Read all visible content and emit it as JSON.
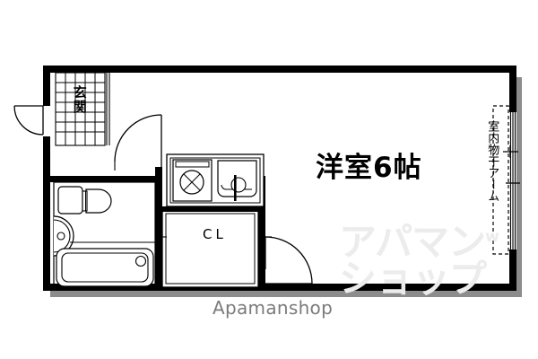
{
  "document": {
    "type": "floor-plan",
    "brand_text": "Apamanshop",
    "watermark_line1": "アパマン",
    "watermark_sup": "w",
    "watermark_line2": "ショップ",
    "brand_color": "#7b7b7b",
    "watermark_color": "#ececed",
    "wall_color": "#000000",
    "background_color": "#ffffff",
    "shadow_color": "#8c8c8c"
  },
  "rooms": {
    "main_room": {
      "label": "洋室6帖",
      "name_romaji": "Yoshitsu 6 jo",
      "meaning": "Western-style room 6 tatami"
    },
    "entrance": {
      "label": "玄関",
      "name_romaji": "Genkan",
      "meaning": "Entrance",
      "floor_pattern": "tile-grid"
    },
    "closet": {
      "label": "CL",
      "meaning": "Closet"
    },
    "unit_bath": {
      "label": "",
      "fixtures": [
        "toilet",
        "washbasin",
        "bathtub"
      ]
    },
    "kitchen": {
      "label": "",
      "fixtures": [
        "gas-stove",
        "sink"
      ]
    }
  },
  "annotations": {
    "laundry_arm": {
      "label": "室内物干アーム",
      "meaning": "Indoor laundry drying arm",
      "marker_count": 2
    }
  },
  "features": {
    "entrance_door": "swing-out-left",
    "bath_door": "swing-in",
    "closet_door": "swing-right",
    "window": "right-wall-sliding",
    "stove_burners": 1
  }
}
